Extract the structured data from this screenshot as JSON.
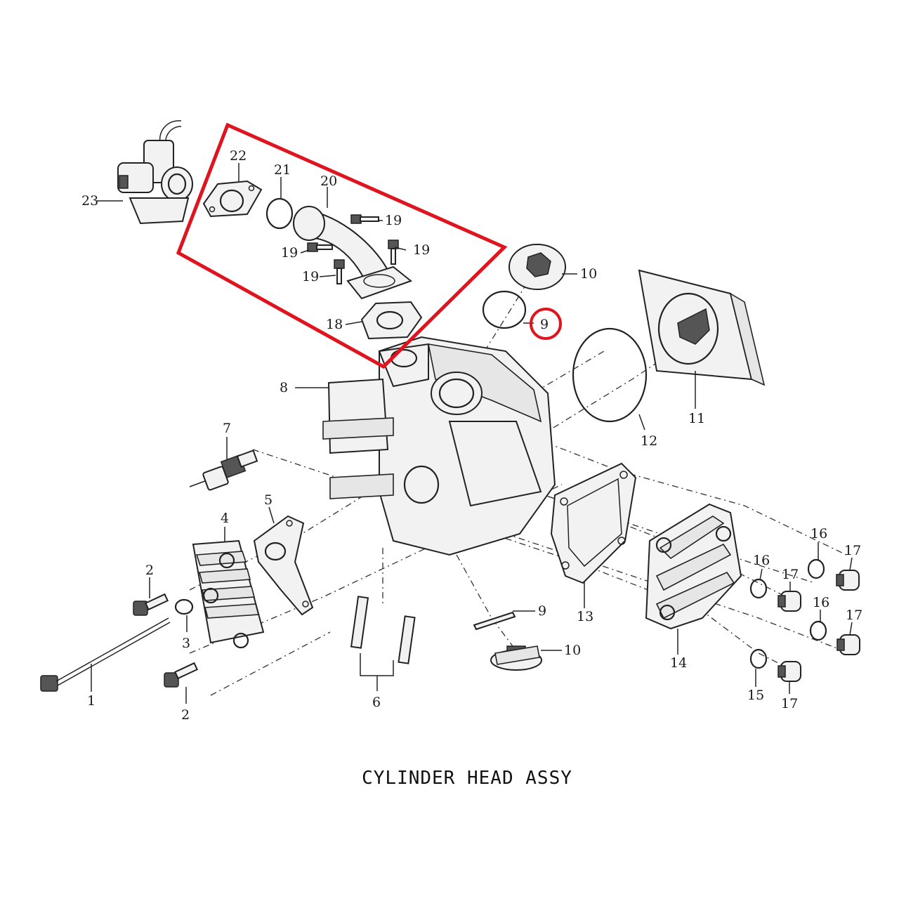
{
  "diagram": {
    "caption": "CYLINDER HEAD ASSY",
    "callouts": {
      "p1": "1",
      "p2a": "2",
      "p2b": "2",
      "p3": "3",
      "p4": "4",
      "p5": "5",
      "p6": "6",
      "p7": "7",
      "p8": "8",
      "p9top": "9",
      "p9bot": "9",
      "p10top": "10",
      "p10bot": "10",
      "p11": "11",
      "p12": "12",
      "p13": "13",
      "p14": "14",
      "p15": "15",
      "p16a": "16",
      "p16b": "16",
      "p16c": "16",
      "p17a": "17",
      "p17b": "17",
      "p17c": "17",
      "p17d": "17",
      "p18": "18",
      "p19a": "19",
      "p19b": "19",
      "p19c": "19",
      "p19d": "19",
      "p20": "20",
      "p21": "21",
      "p22": "22",
      "p23": "23"
    },
    "highlight_color": "#e0141e",
    "ink_color": "#222222"
  }
}
